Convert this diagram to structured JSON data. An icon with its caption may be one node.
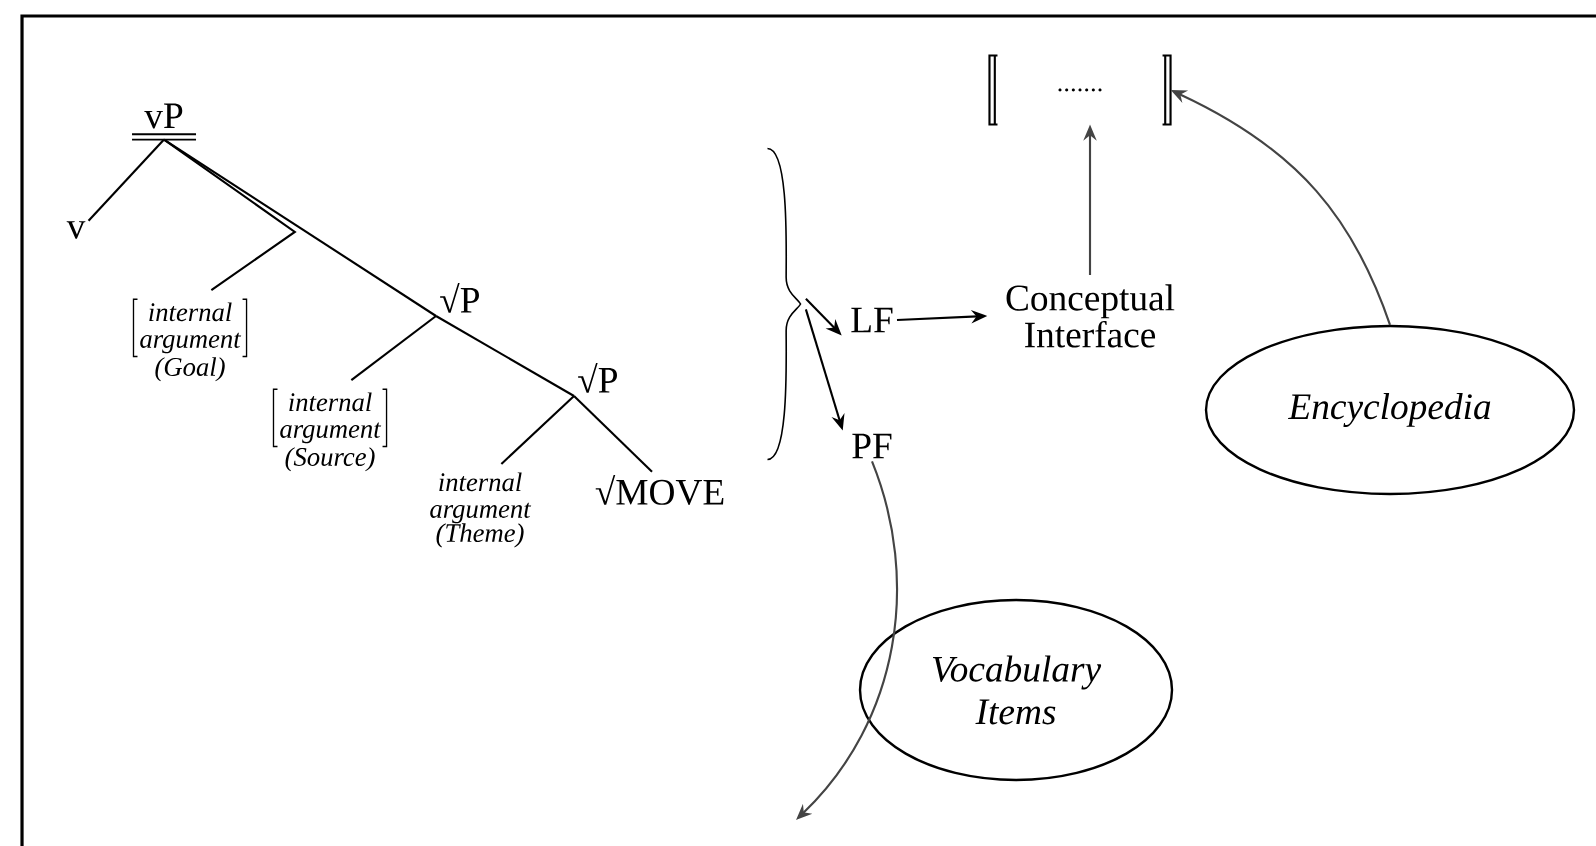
{
  "diagram": {
    "nodes": [
      {
        "text": [
          "vP"
        ]
      },
      {
        "text": [
          "v"
        ]
      },
      {
        "text": [
          "internal argument",
          "(Goal)"
        ]
      },
      {
        "text": [
          "√P"
        ]
      },
      {
        "text": [
          "internal argument",
          "(Source)"
        ]
      },
      {
        "text": [
          "√P"
        ]
      },
      {
        "text": [
          "internal argument",
          "(Theme)"
        ]
      },
      {
        "text": [
          "√MOVE"
        ]
      },
      {
        "text": [
          "LF"
        ]
      },
      {
        "text": [
          "PF"
        ]
      },
      {
        "text": [
          "Conceptual Interface"
        ]
      },
      {
        "text": [
          "......."
        ]
      },
      {
        "text": [
          "Encyclopedia"
        ]
      },
      {
        "text": [
          "Vocabulary Items"
        ]
      },
      {
        "text": [],
        "shape": "brace"
      }
    ],
    "edges": [
      {
        "from": 0,
        "to": 1,
        "arrow": "none"
      },
      {
        "from": 0,
        "to": 2,
        "arrow": "none"
      },
      {
        "from": 0,
        "to": 3,
        "arrow": "none"
      },
      {
        "from": 3,
        "to": 4,
        "arrow": "none"
      },
      {
        "from": 3,
        "to": 5,
        "arrow": "none"
      },
      {
        "from": 5,
        "to": 6,
        "arrow": "none"
      },
      {
        "from": 5,
        "to": 7,
        "arrow": "none"
      },
      {
        "from": 14,
        "to": 8,
        "arrow": "to"
      },
      {
        "from": 14,
        "to": 9,
        "arrow": "to"
      },
      {
        "from": 8,
        "to": 10,
        "arrow": "to"
      },
      {
        "from": 10,
        "to": 11,
        "arrow": "to",
        "color": "#444444"
      },
      {
        "from": 12,
        "to": 11,
        "arrow": "to",
        "color": "#444444"
      },
      {
        "from": 9,
        "to": null,
        "arrow": "to",
        "color": "#444444"
      }
    ]
  }
}
